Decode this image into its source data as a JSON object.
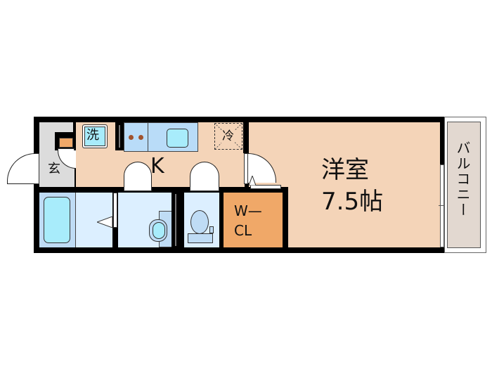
{
  "floorplan": {
    "rooms": {
      "western_room": {
        "name": "洋室",
        "size": "7.5帖"
      },
      "kitchen": {
        "label": "K"
      },
      "entrance": {
        "label": "玄"
      },
      "washer": {
        "label": "洗"
      },
      "fridge": {
        "label": "冷"
      },
      "walk_in_closet": {
        "line1": "W—",
        "line2": "CL"
      },
      "balcony": {
        "label": "バルコニー"
      }
    },
    "colors": {
      "wood_floor": "#f4d4b8",
      "wet_area": "#dcefff",
      "fixture_blue": "#a8ecfb",
      "closet": "#f0a868",
      "balcony": "#e2d8d0",
      "entrance": "#dcdcdc",
      "wall": "#000000"
    }
  }
}
